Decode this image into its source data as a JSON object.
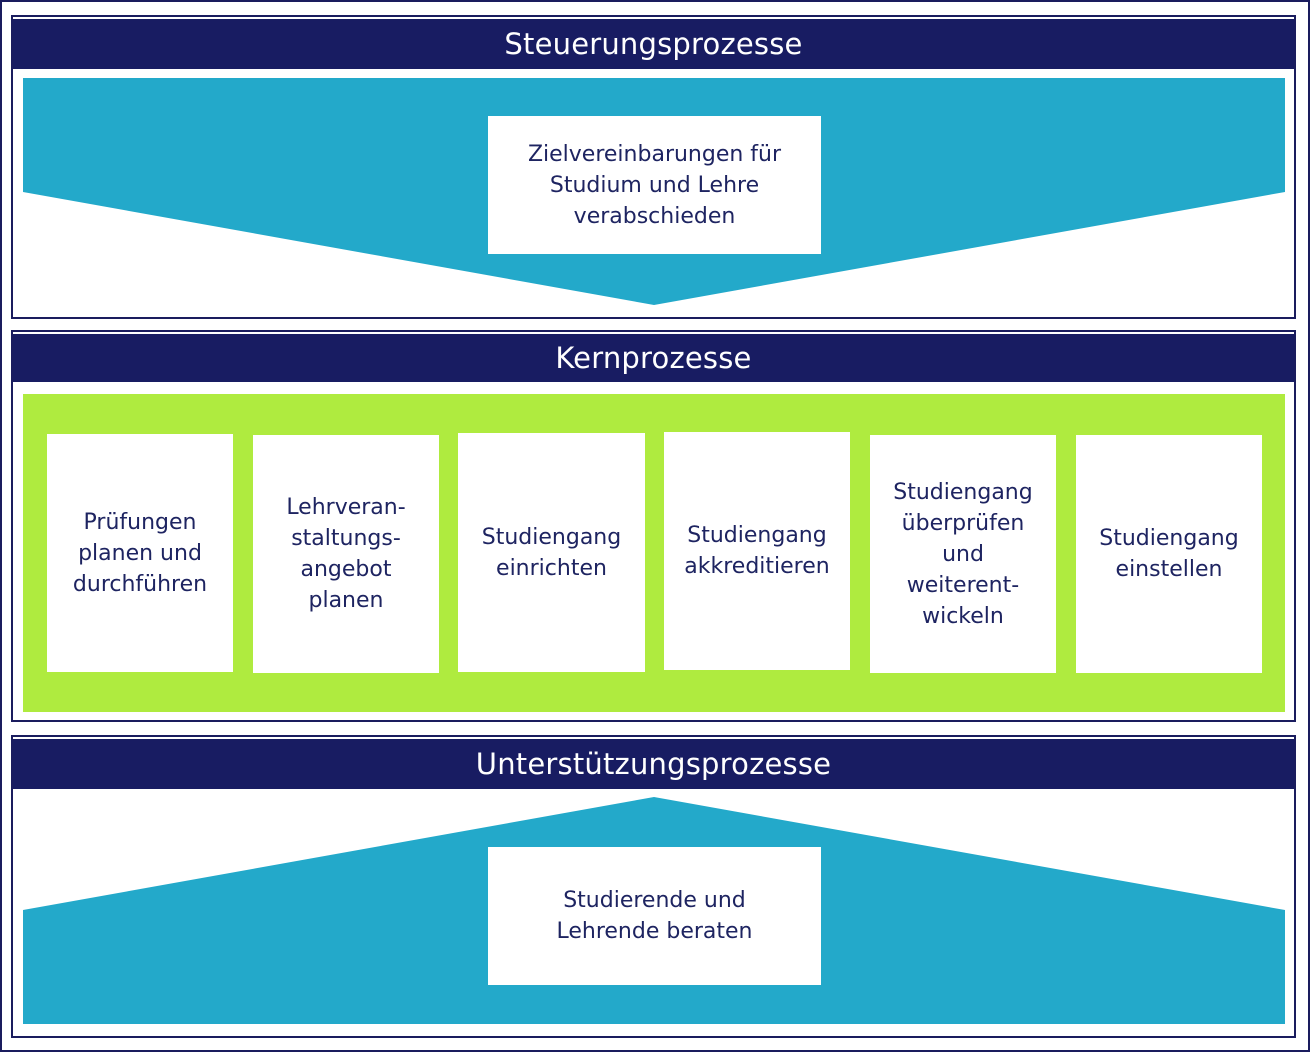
{
  "diagram": {
    "colors": {
      "header_bg": "#181c62",
      "frame": "#1a1c5e",
      "teal": "#23a9ca",
      "green": "#afeb3f",
      "text_dark": "#1e2461",
      "header_text": "#ffffff"
    },
    "sections": {
      "steuerung": {
        "title": "Steuerungsprozesse",
        "shape": "arrow-down",
        "process": "Zielvereinbarungen für\nStudium und Lehre\nverabschieden"
      },
      "kern": {
        "title": "Kernprozesse",
        "processes": [
          {
            "label": "Prüfungen\nplanen und\ndurchführen"
          },
          {
            "label": "Lehrveran-\nstaltungs-\nangebot\nplanen"
          },
          {
            "label": "Studiengang\neinrichten"
          },
          {
            "label": "Studiengang\nakkreditieren"
          },
          {
            "label": "Studiengang\nüberprüfen\nund\nweiterent-\nwickeln"
          },
          {
            "label": "Studiengang\neinstellen"
          }
        ]
      },
      "unterstuetzung": {
        "title": "Unterstützungsprozesse",
        "shape": "arrow-up",
        "process": "Studierende und\nLehrende beraten"
      }
    }
  }
}
